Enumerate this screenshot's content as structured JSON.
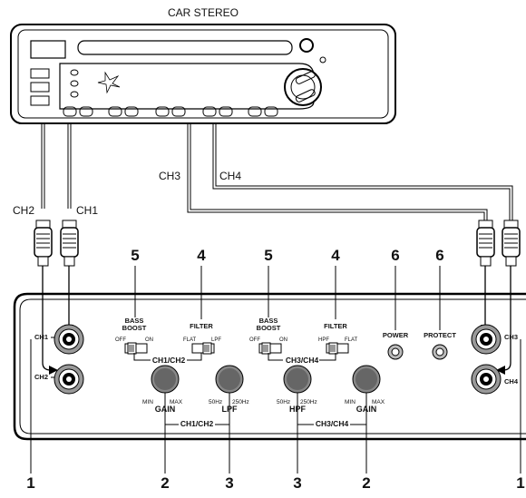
{
  "title": "CAR STEREO",
  "wire_labels": {
    "ch1": "CH1",
    "ch2": "CH2",
    "ch3": "CH3",
    "ch4": "CH4"
  },
  "callouts": {
    "top_left_bass": "5",
    "top_left_filter": "4",
    "top_right_bass": "5",
    "top_right_filter": "4",
    "top_power": "6",
    "top_protect": "6",
    "bottom_left_input": "1",
    "bottom_gain12": "2",
    "bottom_lpf": "3",
    "bottom_hpf": "3",
    "bottom_gain34": "2",
    "bottom_right_input": "1"
  },
  "bass_boost_12": {
    "title_line1": "BASS",
    "title_line2": "BOOST",
    "off": "OFF",
    "on": "ON",
    "group": "CH1/CH2"
  },
  "filter_12": {
    "title": "FILTER",
    "left": "FLAT",
    "right": "LPF"
  },
  "bass_boost_34": {
    "title_line1": "BASS",
    "title_line2": "BOOST",
    "off": "OFF",
    "on": "ON",
    "group": "CH3/CH4"
  },
  "filter_34": {
    "title": "FILTER",
    "left": "HPF",
    "right": "FLAT"
  },
  "power": "POWER",
  "protect": "PROTECT",
  "gain_12": {
    "min": "MIN",
    "max": "MAX",
    "label": "GAIN"
  },
  "lpf": {
    "low": "50Hz",
    "high": "250Hz",
    "label": "LPF"
  },
  "hpf": {
    "low": "50Hz",
    "high": "250Hz",
    "label": "HPF"
  },
  "gain_34": {
    "min": "MIN",
    "max": "MAX",
    "label": "GAIN"
  },
  "knob_group_12": "CH1/CH2",
  "knob_group_34": "CH3/CH4",
  "input_labels": {
    "left_top": "CH1",
    "left_bottom": "CH2",
    "right_top": "CH3",
    "right_bottom": "CH4"
  }
}
